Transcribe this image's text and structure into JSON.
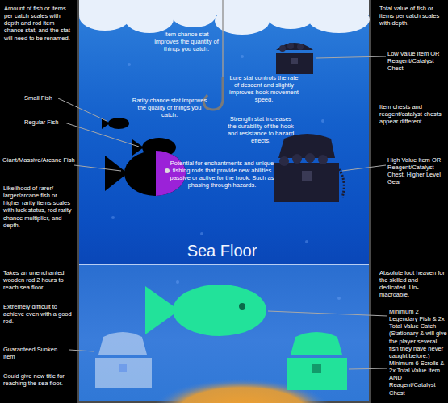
{
  "diagram": {
    "nodes": [
      {
        "text": [
          "Item chance stat improves the quantity of things you catch.",
          "Lure stat controls the rate of descent and slightly improves hook movement speed.",
          "Rarity chance stat improves the quality of things you catch.",
          "Strength stat increases the durability of the hook and resistance to hazard effects.",
          "Potential for enchantments and unique fishing rods that provide new abilities passive or active for the hook. Such as phasing through hazards.",
          "Sea Floor"
        ]
      }
    ],
    "labels": [
      "Amount of fish or items per catch scales with depth and rod item chance stat, and the stat will need to be renamed.",
      "Small Fish",
      "Regular Fish",
      "Giant/Massive/Arcane Fish",
      "Likelihood of rarer/ larger/arcane fish or higher rarity items scales with luck status, rod rarity chance multiplier, and depth.",
      "Takes an unenchanted wooden rod 2 hours to reach sea floor.",
      "Extremely difficult to achieve even with a good rod.",
      "Guaranteed Sunken Item",
      "Could give new title for reaching the sea floor.",
      "Total value of fish or items per catch scales with depth.",
      "Low Value Item OR Reagent/Catalyst Chest",
      "Item chests and reagent/catalyst chests appear different.",
      "High Value Item OR Reagent/Catalyst Chest. Higher Level Gear",
      "Absolute loot heaven for the skilled and dedicated. Un-macroable.",
      "Minimum 2 Legendary Fish & 2x Total Value Catch (Stationary & will give the player several fish they have never caught before.)",
      "Minimum 6 Scrolls & 2x Total Value Item AND Reagent/Catalyst Chest"
    ]
  }
}
